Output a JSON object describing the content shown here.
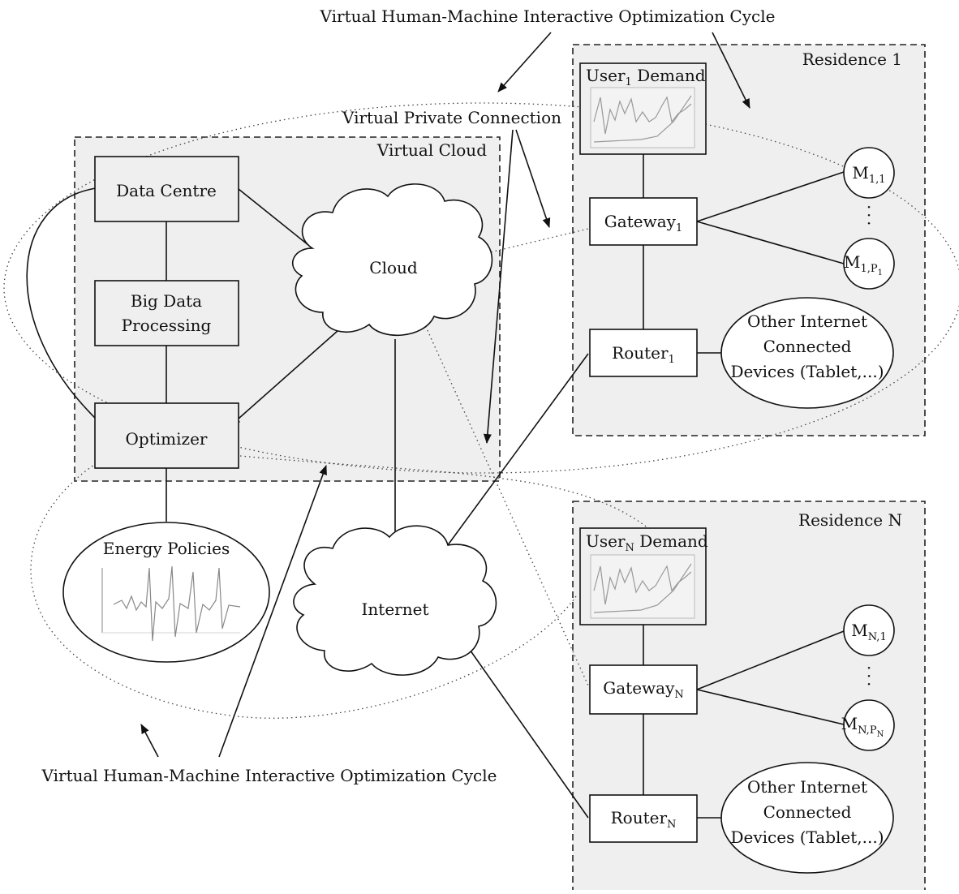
{
  "top_cycle_label": "Virtual Human-Machine Interactive Optimization Cycle",
  "bottom_cycle_label": "Virtual Human-Machine Interactive Optimization Cycle",
  "vpc_label": "Virtual Private Connection",
  "virtual_cloud": {
    "title": "Virtual Cloud",
    "data_centre": "Data Centre",
    "big_data_1": "Big Data",
    "big_data_2": "Processing",
    "optimizer": "Optimizer"
  },
  "cloud_label": "Cloud",
  "internet_label": "Internet",
  "energy_policies": "Energy Policies",
  "residence_1": {
    "title": "Residence 1",
    "demand_user": "User",
    "demand_sub": "1",
    "demand_rest": " Demand",
    "gateway": "Gateway",
    "gateway_sub": "1",
    "router": "Router",
    "router_sub": "1",
    "meter_a": "M",
    "meter_a_sub": "1,1",
    "meter_b": "M",
    "meter_b_sub": "1,P",
    "meter_b_subsub": "1",
    "dots": "·\n·\n·",
    "devices_1": "Other Internet",
    "devices_2": "Connected",
    "devices_3": "Devices (Tablet,...)"
  },
  "residence_n": {
    "title": "Residence N",
    "demand_user": "User",
    "demand_sub": "N",
    "demand_rest": " Demand",
    "gateway": "Gateway",
    "gateway_sub": "N",
    "router": "Router",
    "router_sub": "N",
    "meter_a": "M",
    "meter_a_sub": "N,1",
    "meter_b": "M",
    "meter_b_sub": "N,P",
    "meter_b_subsub": "N",
    "devices_1": "Other Internet",
    "devices_2": "Connected",
    "devices_3": "Devices (Tablet,...)"
  }
}
